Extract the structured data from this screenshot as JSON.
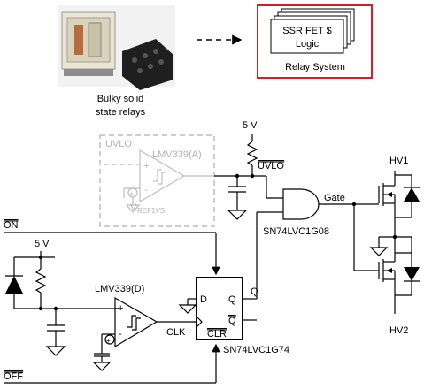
{
  "top": {
    "relay_caption_line1": "Bulky solid",
    "relay_caption_line2": "state relays",
    "stack_line1": "SSR FET $",
    "stack_line2": "Logic",
    "relay_system": "Relay System",
    "border_color": "#d32027"
  },
  "uvlo_block": {
    "label": "UVLO",
    "comparator": "LMV339(A)",
    "vref_main": "V",
    "vref_sub": "REF1VS"
  },
  "supply": {
    "label_top": "5 V",
    "label_left": "5 V"
  },
  "signals": {
    "uvlo_bar": "UVLO",
    "gate": "Gate",
    "on_bar": "ON",
    "off_bar": "OFF",
    "q": "Q",
    "clk": "CLK"
  },
  "parts": {
    "and_gate": "SN74LVC1G08",
    "comparator_d": "LMV339(D)",
    "flipflop": "SN74LVC1G74"
  },
  "flipflop_pins": {
    "d": "D",
    "q": "Q",
    "qbar": "Q",
    "clr": "CLR"
  },
  "outputs": {
    "hv1": "HV1",
    "hv2": "HV2"
  },
  "comparator_signs": {
    "plus": "+",
    "minus": "-"
  }
}
